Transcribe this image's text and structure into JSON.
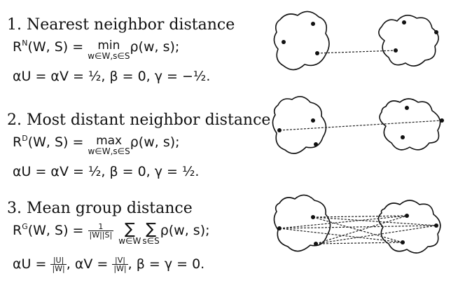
{
  "sections": [
    {
      "title": "1. Nearest neighbor distance",
      "def": {
        "lhs_main": "R",
        "lhs_sup": "N",
        "lhs_args": "(W, S) =",
        "op": "min",
        "op_lim": "w∈W,s∈S",
        "rhs": "ρ(w, s);"
      },
      "params": {
        "text": "αU = αV = ½,  β = 0,  γ = −½."
      }
    },
    {
      "title": "2. Most distant neighbor distance",
      "def": {
        "lhs_main": "R",
        "lhs_sup": "D",
        "lhs_args": "(W, S) =",
        "op": "max",
        "op_lim": "w∈W,s∈S",
        "rhs": "ρ(w, s);"
      },
      "params": {
        "text": "αU = αV = ½,  β = 0,  γ = ½."
      }
    },
    {
      "title": "3. Mean group distance",
      "def": {
        "lhs_main": "R",
        "lhs_sup": "G",
        "lhs_args": "(W, S) =",
        "frac_num": "1",
        "frac_den": "|W||S|",
        "sum1": "∑",
        "sum1_lim": "w∈W",
        "sum2": "∑",
        "sum2_lim": "s∈S",
        "rhs": "ρ(w, s);"
      },
      "params": {
        "a1": "αU =",
        "f1_num": "|U|",
        "f1_den": "|W|",
        "a2": ",  αV =",
        "f2_num": "|V|",
        "f2_den": "|W|",
        "a3": ",  β = γ = 0."
      }
    }
  ]
}
